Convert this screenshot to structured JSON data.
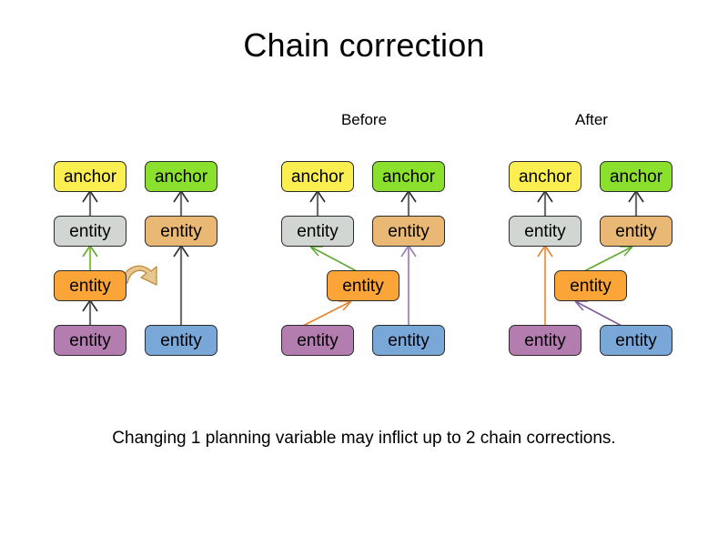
{
  "slide": {
    "title": "Chain correction",
    "bottom_caption": "Changing 1 planning variable may inflict up to 2 chain corrections.",
    "background_color": "#ffffff"
  },
  "sections": [
    {
      "id": "initial",
      "caption": ""
    },
    {
      "id": "before",
      "caption": "Before"
    },
    {
      "id": "after",
      "caption": "After"
    }
  ],
  "labels": {
    "anchor": "anchor",
    "entity": "entity"
  },
  "colors": {
    "anchor_yellow": "#FBEE50",
    "anchor_green": "#8BE02E",
    "entity_gray": "#D2D6D2",
    "entity_tan": "#E8B874",
    "entity_orange": "#FBA539",
    "entity_purple": "#B37DB0",
    "entity_blue": "#79A7D8",
    "arrow_gray": "#6E6E6E",
    "arrow_green": "#5FA832",
    "arrow_orange": "#E8822A",
    "arrow_purple": "#9B7FB0",
    "arrow_light_orange": "#E8974A",
    "move_arrow_fill": "#E8C78E",
    "move_arrow_stroke": "#C08C3E",
    "node_border": "#2b2b2b"
  },
  "panels": {
    "initial": {
      "nodes": [
        {
          "name": "anchor-yellow",
          "label": "anchor",
          "color": "#FBEE50"
        },
        {
          "name": "anchor-green",
          "label": "anchor",
          "color": "#8BE02E"
        },
        {
          "name": "entity-gray",
          "label": "entity",
          "color": "#D2D6D2"
        },
        {
          "name": "entity-tan",
          "label": "entity",
          "color": "#E8B874"
        },
        {
          "name": "entity-orange",
          "label": "entity",
          "color": "#FBA539"
        },
        {
          "name": "entity-purple",
          "label": "entity",
          "color": "#B37DB0"
        },
        {
          "name": "entity-blue",
          "label": "entity",
          "color": "#79A7D8"
        }
      ],
      "links": [
        {
          "from": "entity-gray",
          "to": "anchor-yellow",
          "color": "#6E6E6E"
        },
        {
          "from": "entity-tan",
          "to": "anchor-green",
          "color": "#6E6E6E"
        },
        {
          "from": "entity-orange",
          "to": "entity-gray",
          "color": "#5FA832"
        },
        {
          "from": "entity-purple",
          "to": "entity-orange",
          "color": "#6E6E6E"
        },
        {
          "from": "entity-blue",
          "to": "entity-tan",
          "color": "#6E6E6E"
        }
      ],
      "move_arrow": {
        "name": "move-entity-arrow",
        "color": "#E8C78E"
      }
    },
    "before": {
      "nodes": [
        {
          "name": "anchor-yellow",
          "label": "anchor",
          "color": "#FBEE50"
        },
        {
          "name": "anchor-green",
          "label": "anchor",
          "color": "#8BE02E"
        },
        {
          "name": "entity-gray",
          "label": "entity",
          "color": "#D2D6D2"
        },
        {
          "name": "entity-tan",
          "label": "entity",
          "color": "#E8B874"
        },
        {
          "name": "entity-orange",
          "label": "entity",
          "color": "#FBA539"
        },
        {
          "name": "entity-purple",
          "label": "entity",
          "color": "#B37DB0"
        },
        {
          "name": "entity-blue",
          "label": "entity",
          "color": "#79A7D8"
        }
      ],
      "links": [
        {
          "from": "entity-gray",
          "to": "anchor-yellow",
          "color": "#6E6E6E"
        },
        {
          "from": "entity-tan",
          "to": "anchor-green",
          "color": "#6E6E6E"
        },
        {
          "from": "entity-orange",
          "to": "entity-gray",
          "color": "#5FA832"
        },
        {
          "from": "entity-purple",
          "to": "entity-orange",
          "color": "#E8822A"
        },
        {
          "from": "entity-blue",
          "to": "entity-tan",
          "color": "#9B7FB0"
        }
      ]
    },
    "after": {
      "nodes": [
        {
          "name": "anchor-yellow",
          "label": "anchor",
          "color": "#FBEE50"
        },
        {
          "name": "anchor-green",
          "label": "anchor",
          "color": "#8BE02E"
        },
        {
          "name": "entity-gray",
          "label": "entity",
          "color": "#D2D6D2"
        },
        {
          "name": "entity-tan",
          "label": "entity",
          "color": "#E8B874"
        },
        {
          "name": "entity-orange",
          "label": "entity",
          "color": "#FBA539"
        },
        {
          "name": "entity-purple",
          "label": "entity",
          "color": "#B37DB0"
        },
        {
          "name": "entity-blue",
          "label": "entity",
          "color": "#79A7D8"
        }
      ],
      "links": [
        {
          "from": "entity-gray",
          "to": "anchor-yellow",
          "color": "#6E6E6E"
        },
        {
          "from": "entity-tan",
          "to": "anchor-green",
          "color": "#6E6E6E"
        },
        {
          "from": "entity-purple",
          "to": "entity-gray",
          "color": "#E8974A"
        },
        {
          "from": "entity-orange",
          "to": "entity-tan",
          "color": "#5FA832"
        },
        {
          "from": "entity-blue",
          "to": "entity-orange",
          "color": "#9B7FB0"
        }
      ]
    }
  }
}
